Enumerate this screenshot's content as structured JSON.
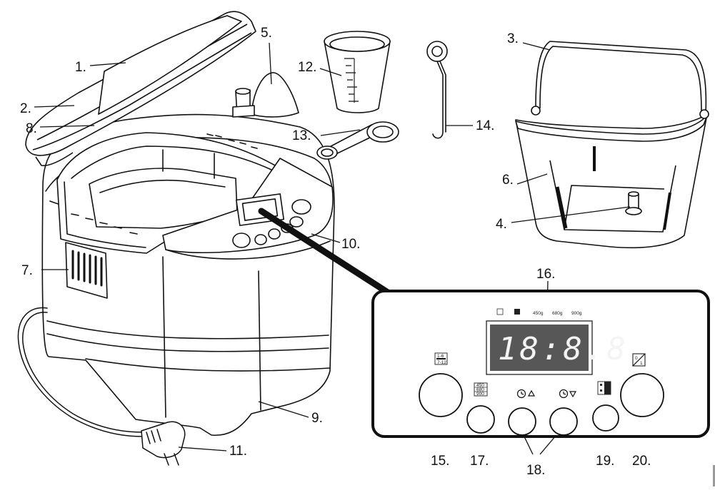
{
  "callouts": {
    "c1": "1.",
    "c2": "2.",
    "c3": "3.",
    "c4": "4.",
    "c5": "5.",
    "c6": "6.",
    "c7": "7.",
    "c8": "8.",
    "c9": "9.",
    "c10": "10.",
    "c11": "11.",
    "c12": "12.",
    "c13": "13.",
    "c14": "14.",
    "c15": "15.",
    "c16": "16.",
    "c17": "17.",
    "c18": "18.",
    "c19": "19.",
    "c20": "20."
  },
  "panel": {
    "display_value": "18:8.8.",
    "weights": {
      "w1": "450g",
      "w2": "680g",
      "w3": "900g"
    },
    "size_icon": {
      "l1": "450",
      "l2": "680",
      "l3": "900"
    }
  }
}
